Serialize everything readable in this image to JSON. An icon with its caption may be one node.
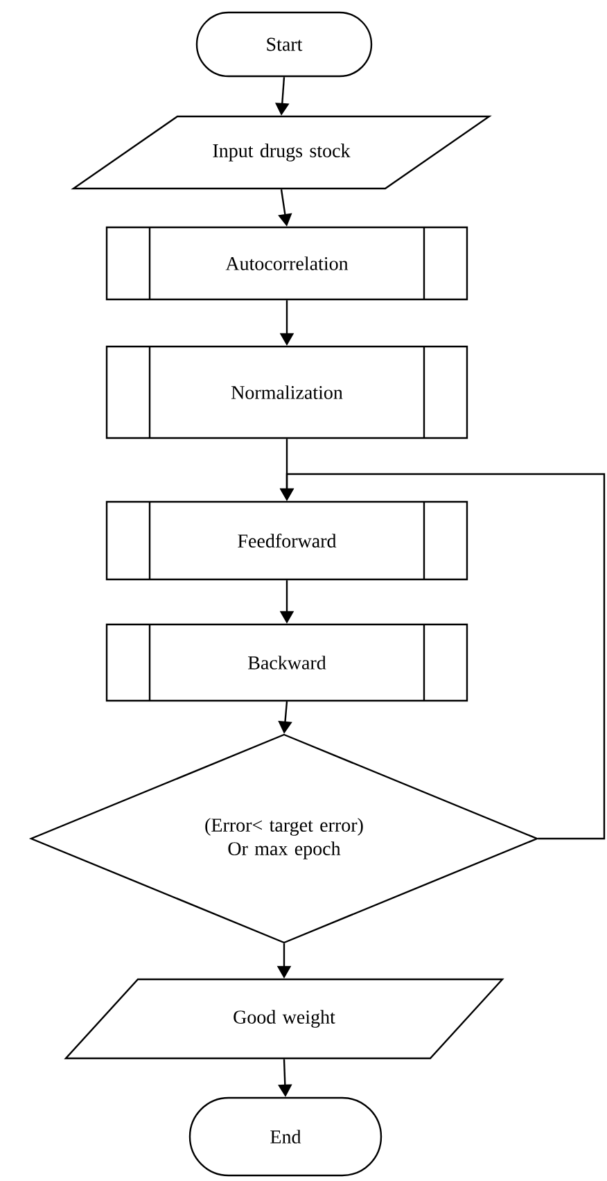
{
  "diagram": {
    "nodes": [
      {
        "text": [
          "Start"
        ]
      },
      {
        "text": [
          "Input drugs stock"
        ]
      },
      {
        "text": [
          "Autocorrelation"
        ]
      },
      {
        "text": [
          "Normalization"
        ]
      },
      {
        "text": [
          "Feedforward"
        ]
      },
      {
        "text": [
          "Backward"
        ]
      },
      {
        "text": [
          "(Error< target error) Or max epoch"
        ]
      },
      {
        "text": [
          "Good weight"
        ]
      },
      {
        "text": [
          "End"
        ]
      }
    ],
    "edges": [
      {
        "from": 0,
        "to": 1,
        "arrow": "to"
      },
      {
        "from": 1,
        "to": 2,
        "arrow": "to"
      },
      {
        "from": 2,
        "to": 3,
        "arrow": "to"
      },
      {
        "from": 3,
        "to": 4,
        "arrow": "to"
      },
      {
        "from": 4,
        "to": 5,
        "arrow": "to"
      },
      {
        "from": 5,
        "to": 6,
        "arrow": "to"
      },
      {
        "from": 6,
        "to": 7,
        "arrow": "to"
      },
      {
        "from": 7,
        "to": 8,
        "arrow": "to"
      },
      {
        "from": 6,
        "to": 4,
        "arrow": "to"
      }
    ]
  }
}
